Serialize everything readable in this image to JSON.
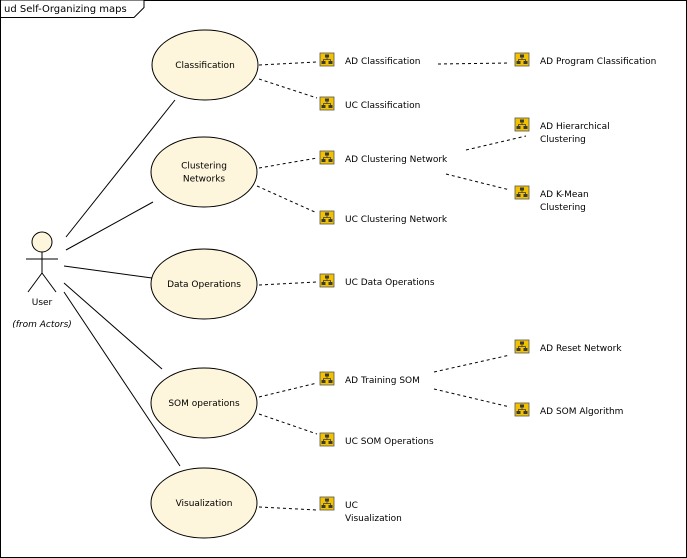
{
  "frame": {
    "title": "ud Self-Organizing maps"
  },
  "actor": {
    "name": "User",
    "note": "(from Actors)"
  },
  "use_cases": [
    {
      "id": "classification",
      "lines": [
        "Classification"
      ]
    },
    {
      "id": "clustering",
      "lines": [
        "Clustering",
        "Networks"
      ]
    },
    {
      "id": "data-operations",
      "lines": [
        "Data Operations"
      ]
    },
    {
      "id": "som-operations",
      "lines": [
        "SOM operations"
      ]
    },
    {
      "id": "visualization",
      "lines": [
        "Visualization"
      ]
    }
  ],
  "elements": [
    {
      "id": "ad-classification",
      "lines": [
        "AD Classification"
      ]
    },
    {
      "id": "ad-program-classification",
      "lines": [
        "AD Program Classification"
      ]
    },
    {
      "id": "uc-classification",
      "lines": [
        "UC Classification"
      ]
    },
    {
      "id": "ad-hierarchical-clustering",
      "lines": [
        "AD Hierarchical",
        "Clustering"
      ]
    },
    {
      "id": "ad-clustering-network",
      "lines": [
        "AD Clustering Network"
      ]
    },
    {
      "id": "ad-k-mean-clustering",
      "lines": [
        "AD K-Mean",
        "Clustering"
      ]
    },
    {
      "id": "uc-clustering-network",
      "lines": [
        "UC Clustering Network"
      ]
    },
    {
      "id": "uc-data-operations",
      "lines": [
        "UC Data Operations"
      ]
    },
    {
      "id": "ad-reset-network",
      "lines": [
        "AD Reset Network"
      ]
    },
    {
      "id": "ad-training-som",
      "lines": [
        "AD Training SOM"
      ]
    },
    {
      "id": "ad-som-algorithm",
      "lines": [
        "AD SOM Algorithm"
      ]
    },
    {
      "id": "uc-som-operations",
      "lines": [
        "UC SOM Operations"
      ]
    },
    {
      "id": "uc-visualization",
      "lines": [
        "UC",
        "Visualization"
      ]
    }
  ],
  "colors": {
    "use_case_fill": "#fdf6dc",
    "icon_fill": "#f2c200",
    "icon_dark": "#3a3a3a"
  }
}
